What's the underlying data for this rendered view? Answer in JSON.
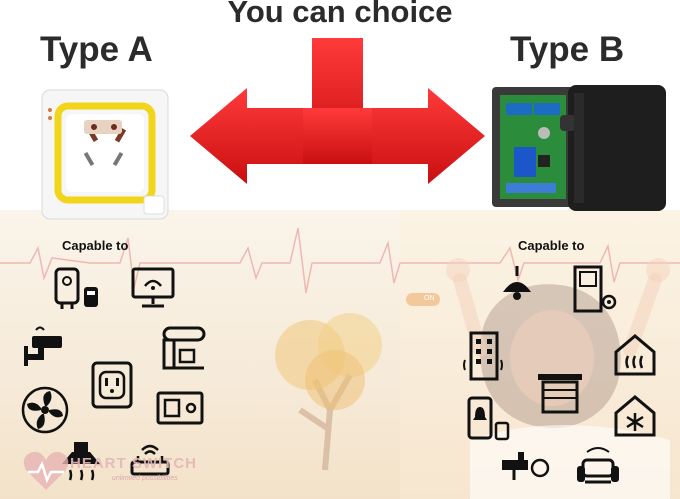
{
  "headline": "You can choice",
  "type_a": {
    "title": "Type A",
    "capable_label": "Capable to",
    "icons": [
      "water-heater-icon",
      "tv-icon",
      "security-camera-icon",
      "coffee-maker-icon",
      "fan-icon",
      "wall-outlet-icon",
      "oven-icon",
      "range-hood-icon",
      "router-icon"
    ]
  },
  "type_b": {
    "title": "Type B",
    "capable_label": "Capable to",
    "icons": [
      "ceiling-lamp-icon",
      "smart-door-icon",
      "smart-building-icon",
      "heating-icon",
      "garage-door-icon",
      "smart-doorbell-icon",
      "home-cooling-icon",
      "water-valve-icon",
      "armchair-icon"
    ]
  },
  "watermark": {
    "brand": "HEART SWITCH",
    "tagline": "unlimited possibilities"
  },
  "toggle_label": "ON",
  "colors": {
    "arrow": "#e8191b",
    "socket_frame": "#f0d51a",
    "relay_board": "#2b8c3c"
  }
}
